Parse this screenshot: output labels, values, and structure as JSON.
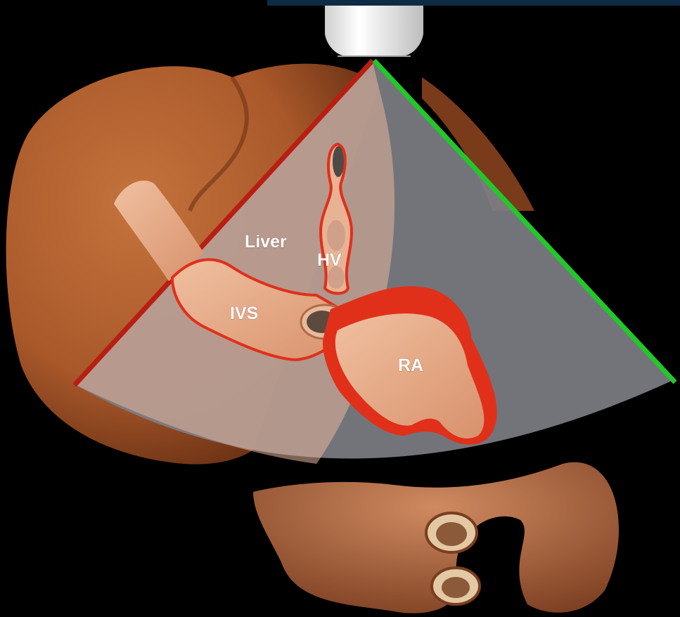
{
  "labels": {
    "liver": "Liver",
    "hv": "HV",
    "ivs": "IVS",
    "ra": "RA"
  },
  "colors": {
    "background": "#000000",
    "top_bar": "#0f2a44",
    "liver": "#a9582a",
    "liver_shadow": "#6e3315",
    "vessel": "#e6a783",
    "outline": "#e0301a",
    "sector": "#7d7e84",
    "plane_left": "#b81e12",
    "plane_right": "#22c72a",
    "probe": "#f2f2f2",
    "intestine": "#b86c45"
  }
}
